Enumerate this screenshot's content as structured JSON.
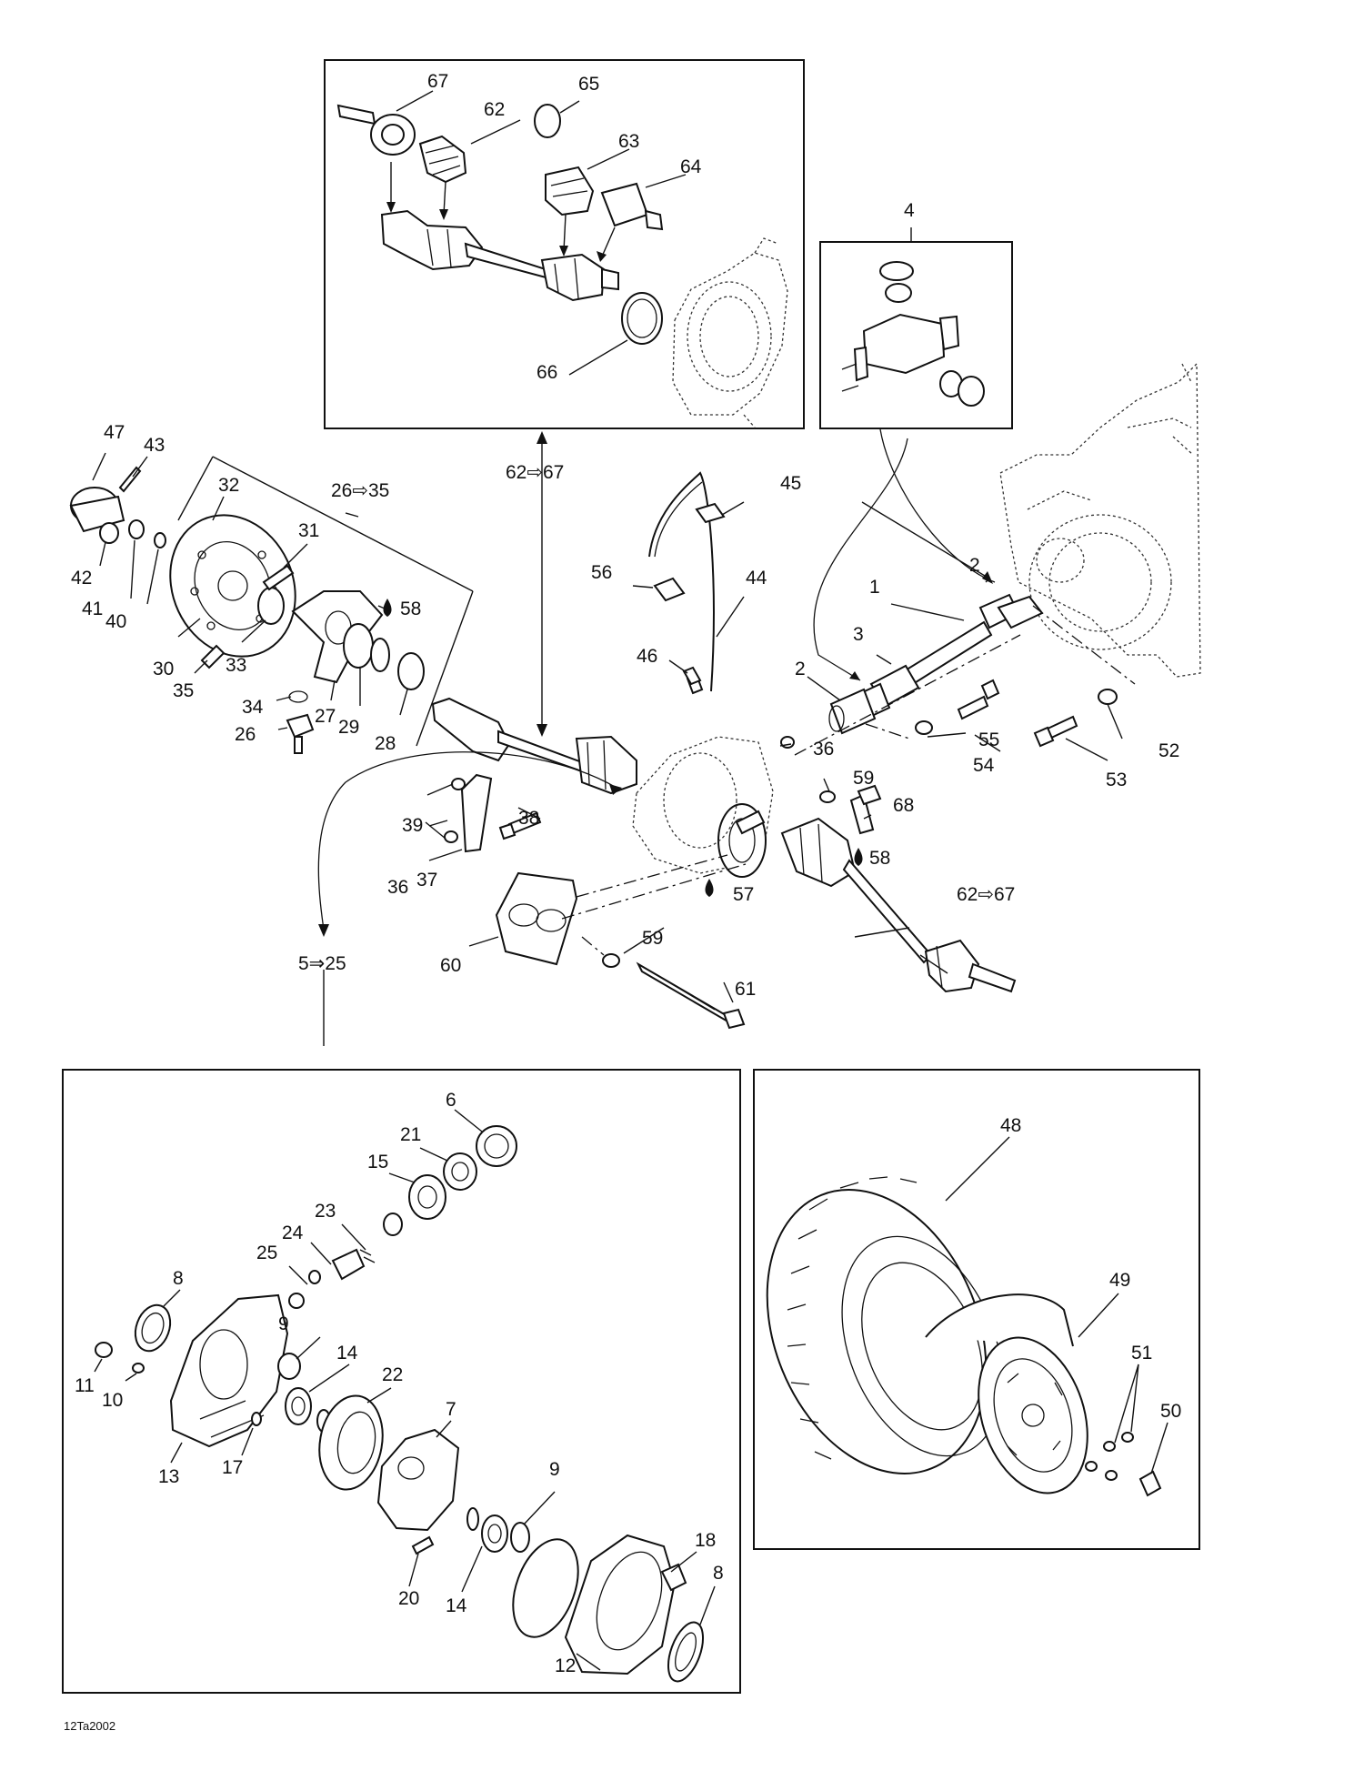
{
  "drawing_code": "12Ta2002",
  "callouts": {
    "c1": "1",
    "c2a": "2",
    "c2b": "2",
    "c3": "3",
    "c4": "4",
    "c5to25": "5⇒25",
    "c6": "6",
    "c7": "7",
    "c8a": "8",
    "c8b": "8",
    "c9a": "9",
    "c9b": "9",
    "c10": "10",
    "c11": "11",
    "c12": "12",
    "c13": "13",
    "c14a": "14",
    "c14b": "14",
    "c15": "15",
    "c17": "17",
    "c18": "18",
    "c20": "20",
    "c21": "21",
    "c22": "22",
    "c23": "23",
    "c24": "24",
    "c25": "25",
    "c26": "26",
    "c26to35": "26⇨35",
    "c27": "27",
    "c28": "28",
    "c29": "29",
    "c30": "30",
    "c31": "31",
    "c32": "32",
    "c33": "33",
    "c34": "34",
    "c35": "35",
    "c36a": "36",
    "c36b": "36",
    "c37": "37",
    "c38": "38",
    "c39": "39",
    "c40": "40",
    "c41": "41",
    "c42": "42",
    "c43": "43",
    "c44": "44",
    "c45": "45",
    "c46": "46",
    "c47": "47",
    "c48": "48",
    "c49": "49",
    "c50": "50",
    "c51": "51",
    "c52": "52",
    "c53": "53",
    "c54": "54",
    "c55": "55",
    "c56": "56",
    "c57": "57",
    "c58a": "58",
    "c58b": "58",
    "c59a": "59",
    "c59b": "59",
    "c60": "60",
    "c61": "61",
    "c62": "62",
    "c62to67a": "62⇨67",
    "c62to67b": "62⇨67",
    "c63": "63",
    "c64": "64",
    "c65": "65",
    "c66": "66",
    "c67": "67",
    "c68": "68"
  }
}
